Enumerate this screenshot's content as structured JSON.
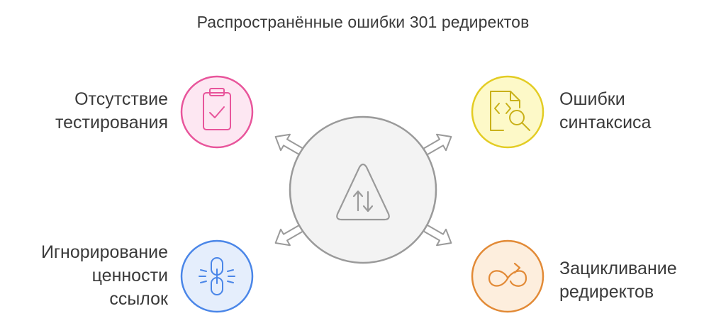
{
  "title": "Распространённые ошибки 301 редиректов",
  "center": {
    "icon": "warning-triangle-updown-arrows-icon"
  },
  "items": [
    {
      "id": "testing",
      "label": "Отсутствие\nтестирования",
      "icon": "clipboard-check-icon",
      "color": "#e8559b",
      "fill": "#fde7f2"
    },
    {
      "id": "syntax",
      "label": "Ошибки\nсинтаксиса",
      "icon": "code-file-search-icon",
      "color": "#e3cc23",
      "fill": "#fdf9c8"
    },
    {
      "id": "links",
      "label": "Игнорирование\nценности\nссылок",
      "icon": "broken-link-icon",
      "color": "#4a86e8",
      "fill": "#e5eefc"
    },
    {
      "id": "loop",
      "label": "Зацикливание\nредиректов",
      "icon": "loop-arrow-icon",
      "color": "#e28a36",
      "fill": "#fdeedd"
    }
  ]
}
